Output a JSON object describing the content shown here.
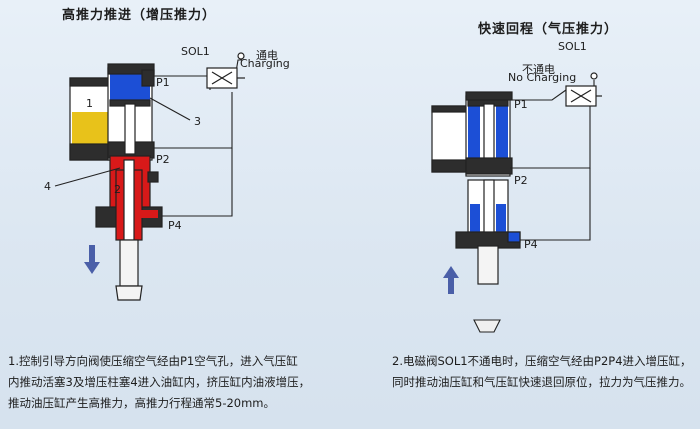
{
  "left": {
    "title": "高推力推进（增压推力）",
    "sol": "SOL1",
    "state_cn": "通电",
    "state_en": "Charging",
    "ports": [
      "P1",
      "P2",
      "P4"
    ],
    "parts": [
      "1",
      "2",
      "3",
      "4"
    ],
    "note": [
      "1.控制引导方向阀使压缩空气经由P1空气孔，进入气压缸",
      "内推动活塞3及增压柱塞4进入油缸内，挤压缸内油液增压，",
      "推动油压缸产生高推力，高推力行程通常5-20mm。"
    ]
  },
  "right": {
    "title": "快速回程（气压推力）",
    "sol": "SOL1",
    "state_cn": "不通电",
    "state_en": "No Charging",
    "ports": [
      "P1",
      "P2",
      "P4"
    ],
    "note": [
      "2.电磁阀SOL1不通电时，压缩空气经由P2P4进入增压缸，",
      "同时推动油压缸和气压缸快速退回原位，拉力为气压推力。"
    ]
  },
  "colors": {
    "air": "#1c4fd6",
    "oil": "#d81919",
    "cylinder_oil": "#e8c21a",
    "body": "#2d2d2d",
    "arrow": "#4a5fa8"
  },
  "icons": [
    "down-arrow-icon",
    "up-arrow-icon",
    "solenoid-valve-icon"
  ]
}
